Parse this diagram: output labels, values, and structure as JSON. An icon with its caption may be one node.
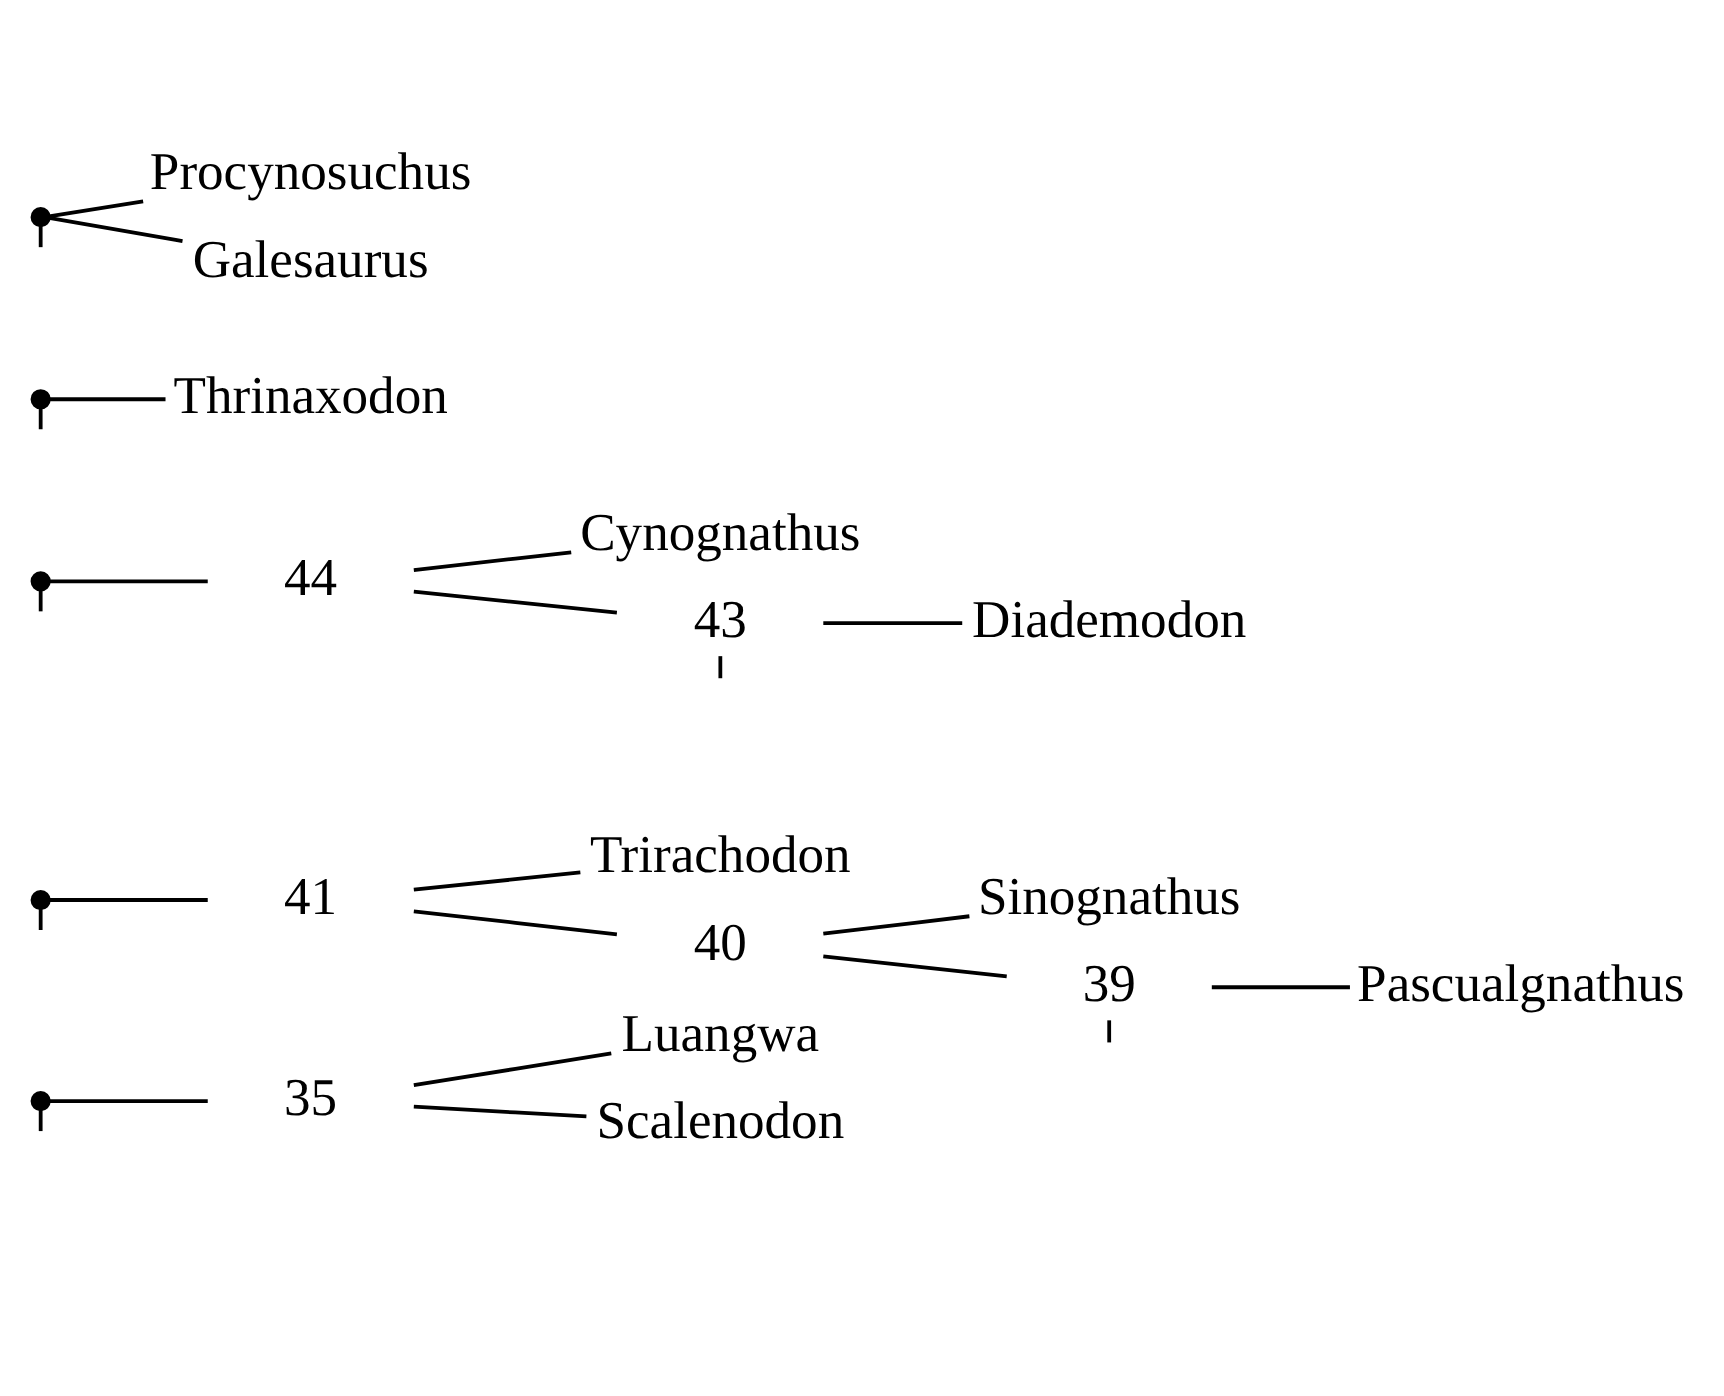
{
  "diagram": {
    "nodes": [
      {
        "text": [],
        "shape": "point"
      },
      {
        "text": [
          "Procynosuchus"
        ]
      },
      {
        "text": [
          "Galesaurus"
        ]
      },
      {
        "text": [],
        "shape": "point"
      },
      {
        "text": [
          "Thrinaxodon"
        ]
      },
      {
        "text": [
          "Cynognathus"
        ]
      },
      {
        "text": [
          "Diademodon"
        ]
      },
      {
        "text": [],
        "shape": "point"
      },
      {
        "text": [
          "44"
        ]
      },
      {
        "text": [
          "Trirachodon"
        ]
      },
      {
        "text": [
          "Sinognathus"
        ]
      },
      {
        "text": [],
        "shape": "point"
      },
      {
        "text": [
          "41"
        ]
      },
      {
        "text": [
          "43"
        ]
      },
      {
        "text": [
          "Pascualgnathus"
        ]
      },
      {
        "text": [
          "40"
        ]
      },
      {
        "text": [
          "Luangwa"
        ]
      },
      {
        "text": [
          "39"
        ]
      },
      {
        "text": [],
        "shape": "point"
      },
      {
        "text": [
          "35"
        ]
      },
      {
        "text": [
          "Scalenodon"
        ]
      }
    ],
    "edges": [
      {
        "from": 0,
        "to": 1,
        "arrow": "none"
      },
      {
        "from": 0,
        "to": 2,
        "arrow": "none"
      },
      {
        "from": 0,
        "to": null,
        "arrow": "none"
      },
      {
        "from": 3,
        "to": 4,
        "arrow": "none"
      },
      {
        "from": 3,
        "to": null,
        "arrow": "none"
      },
      {
        "from": 7,
        "to": 8,
        "arrow": "none"
      },
      {
        "from": 7,
        "to": null,
        "arrow": "none"
      },
      {
        "from": 8,
        "to": 5,
        "arrow": "none"
      },
      {
        "from": 8,
        "to": 13,
        "arrow": "none"
      },
      {
        "from": 13,
        "to": 6,
        "arrow": "none"
      },
      {
        "from": 13,
        "to": null,
        "arrow": "none"
      },
      {
        "from": 11,
        "to": 12,
        "arrow": "none"
      },
      {
        "from": 11,
        "to": null,
        "arrow": "none"
      },
      {
        "from": 12,
        "to": 9,
        "arrow": "none"
      },
      {
        "from": 12,
        "to": 15,
        "arrow": "none"
      },
      {
        "from": 15,
        "to": 10,
        "arrow": "none"
      },
      {
        "from": 15,
        "to": 17,
        "arrow": "none"
      },
      {
        "from": 17,
        "to": 14,
        "arrow": "none"
      },
      {
        "from": 17,
        "to": null,
        "arrow": "none"
      },
      {
        "from": 18,
        "to": 19,
        "arrow": "none"
      },
      {
        "from": 18,
        "to": null,
        "arrow": "none"
      },
      {
        "from": 19,
        "to": 16,
        "arrow": "none"
      },
      {
        "from": 19,
        "to": 20,
        "arrow": "none"
      }
    ]
  }
}
